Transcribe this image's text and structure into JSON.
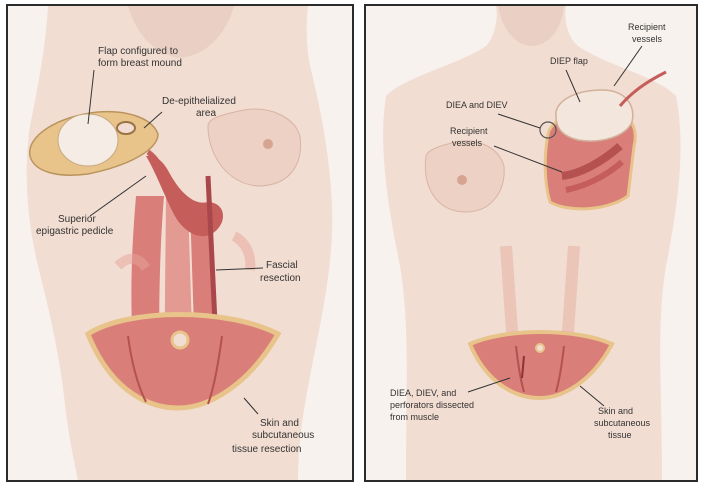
{
  "colors": {
    "skin": "#f2ddd2",
    "skin_shadow": "#e8c4b4",
    "muscle": "#d97e78",
    "muscle_dark": "#b5514f",
    "fat": "#e8c38a",
    "outline": "#2b2b2b",
    "label": "#333333"
  },
  "left_panel": {
    "labels": {
      "flap_configured": [
        "Flap configured to",
        "form breast mound"
      ],
      "deepithelialized": [
        "De-epithelialized",
        "area"
      ],
      "superior_pedicle": [
        "Superior",
        "epigastric pedicle"
      ],
      "fascial_resection": [
        "Fascial",
        "resection"
      ],
      "skin_resection": [
        "Skin and",
        "subcutaneous",
        "tissue resection"
      ]
    }
  },
  "right_panel": {
    "labels": {
      "recipient_vessels_top": [
        "Recipient",
        "vessels"
      ],
      "diep_flap": [
        "DIEP flap"
      ],
      "diea_diev": [
        "DIEA and DIEV"
      ],
      "recipient_vessels_mid": [
        "Recipient",
        "vessels"
      ],
      "diea_perforators": [
        "DIEA, DIEV, and",
        "perforators dissected",
        "from muscle"
      ],
      "skin_tissue": [
        "Skin and",
        "subcutaneous",
        "tissue"
      ]
    }
  }
}
